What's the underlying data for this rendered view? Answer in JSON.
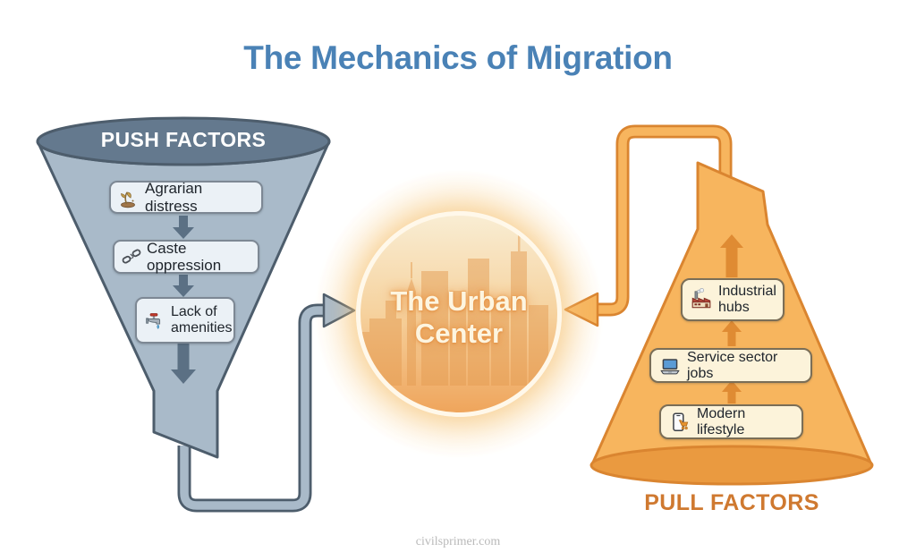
{
  "title": "The Mechanics of Migration",
  "center": {
    "label": "The Urban Center"
  },
  "push": {
    "label": "PUSH FACTORS",
    "items": [
      {
        "label": "Agrarian distress",
        "icon": "wilted-plant-icon"
      },
      {
        "label": "Caste oppression",
        "icon": "broken-chain-icon"
      },
      {
        "label": "Lack of amenities",
        "icon": "water-tap-icon"
      }
    ]
  },
  "pull": {
    "label": "PULL FACTORS",
    "items": [
      {
        "label": "Industrial hubs",
        "icon": "factory-icon"
      },
      {
        "label": "Service sector jobs",
        "icon": "laptop-icon"
      },
      {
        "label": "Modern lifestyle",
        "icon": "smartphone-shopping-icon"
      }
    ]
  },
  "watermark": "civilsprimer.com",
  "colors": {
    "title_color": "#4a82b6",
    "push_fill": "#a9bac9",
    "push_rim": "#64798e",
    "push_outline": "#4d5d6c",
    "push_arrow": "#5b7084",
    "push_box_bg": "#ebf1f6",
    "push_box_border": "#7d8894",
    "pull_fill": "#f7b55e",
    "pull_rim": "#ea9a40",
    "pull_outline": "#da8530",
    "pull_arrow": "#df8b33",
    "pull_box_bg": "#fcf3da",
    "pull_box_border": "#7a6e57",
    "pull_label_color": "#cf7930",
    "box_text": "#20262d",
    "watermark_color": "#b9b9b9"
  }
}
